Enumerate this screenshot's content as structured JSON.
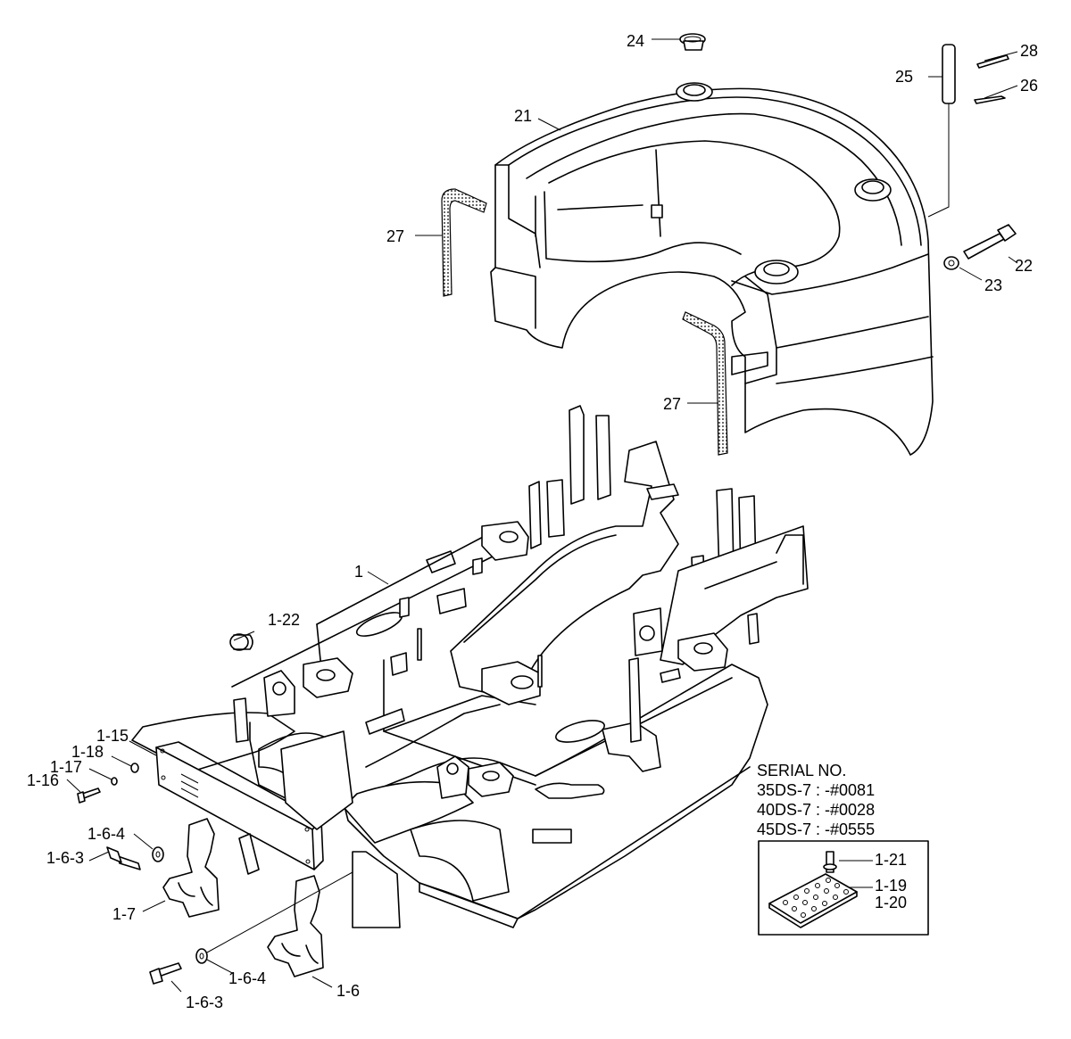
{
  "labels": {
    "l24": "24",
    "l28": "28",
    "l25": "25",
    "l26": "26",
    "l21": "21",
    "l27a": "27",
    "l27b": "27",
    "l22": "22",
    "l23": "23",
    "l1": "1",
    "l1_22": "1-22",
    "l1_15": "1-15",
    "l1_18": "1-18",
    "l1_17": "1-17",
    "l1_16": "1-16",
    "l1_6_4a": "1-6-4",
    "l1_6_3a": "1-6-3",
    "l1_7": "1-7",
    "l1_6_4b": "1-6-4",
    "l1_6_3b": "1-6-3",
    "l1_6": "1-6",
    "l1_21": "1-21",
    "l1_19": "1-19",
    "l1_20": "1-20"
  },
  "serial": {
    "title": "SERIAL NO.",
    "line1": "35DS-7 : -#0081",
    "line2": "40DS-7 : -#0028",
    "line3": "45DS-7 : -#0555"
  }
}
